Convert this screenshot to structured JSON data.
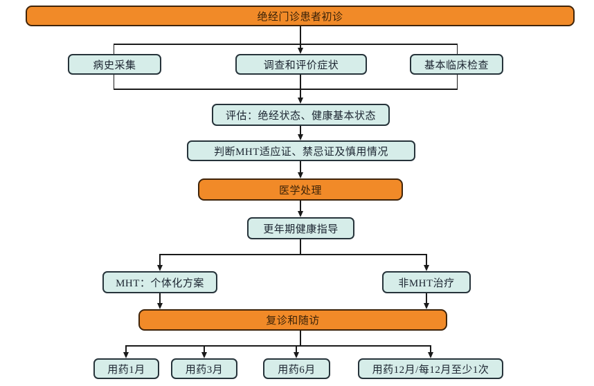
{
  "diagram": {
    "type": "flowchart",
    "nodes": {
      "start": "绝经门诊患者初诊",
      "history": "病史采集",
      "survey": "调查和评价症状",
      "exam": "基本临床检查",
      "assess": "评估：绝经状态、健康基本状态",
      "judge": "判断MHT适应证、禁忌证及慎用情况",
      "medical": "医学处理",
      "guidance": "更年期健康指导",
      "mht": "MHT：个体化方案",
      "nonmht": "非MHT治疗",
      "followup": "复诊和随访",
      "med1": "用药1月",
      "med3": "用药3月",
      "med6": "用药6月",
      "med12": "用药12月/每12月至少1次"
    },
    "edges": [
      {
        "from": "start",
        "to": "history"
      },
      {
        "from": "start",
        "to": "survey"
      },
      {
        "from": "start",
        "to": "exam"
      },
      {
        "from": "history",
        "to": "assess"
      },
      {
        "from": "survey",
        "to": "assess"
      },
      {
        "from": "exam",
        "to": "assess"
      },
      {
        "from": "assess",
        "to": "judge"
      },
      {
        "from": "judge",
        "to": "medical"
      },
      {
        "from": "medical",
        "to": "guidance"
      },
      {
        "from": "guidance",
        "to": "mht"
      },
      {
        "from": "guidance",
        "to": "nonmht"
      },
      {
        "from": "mht",
        "to": "followup"
      },
      {
        "from": "nonmht",
        "to": "followup"
      },
      {
        "from": "followup",
        "to": "med1"
      },
      {
        "from": "followup",
        "to": "med3"
      },
      {
        "from": "followup",
        "to": "med6"
      },
      {
        "from": "followup",
        "to": "med12"
      }
    ],
    "colors": {
      "highlight_fill": "#F18A28",
      "step_fill": "#D6EDE9",
      "line": "#1A1A1A"
    }
  }
}
